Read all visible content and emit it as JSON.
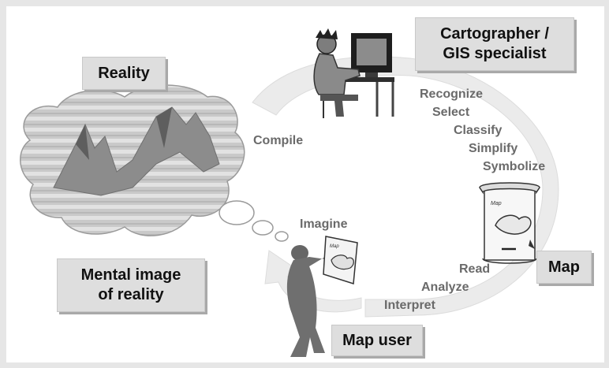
{
  "boxes": {
    "reality": "Reality",
    "cartographer_line1": "Cartographer /",
    "cartographer_line2": "GIS specialist",
    "mental_line1": "Mental image",
    "mental_line2": "of reality",
    "map": "Map",
    "map_user": "Map user"
  },
  "steps": {
    "compile": "Compile",
    "recognize": "Recognize",
    "select": "Select",
    "classify": "Classify",
    "simplify": "Simplify",
    "symbolize": "Symbolize",
    "imagine": "Imagine",
    "read": "Read",
    "analyze": "Analyze",
    "interpret": "Interpret"
  },
  "map_sheet_text": "Map",
  "colors": {
    "box_fill": "#dedede",
    "box_shadow": "#a9a9a9",
    "step_text": "#6a6a6a",
    "arrow_fill": "#ebebeb",
    "figure": "#8a8a8a"
  }
}
